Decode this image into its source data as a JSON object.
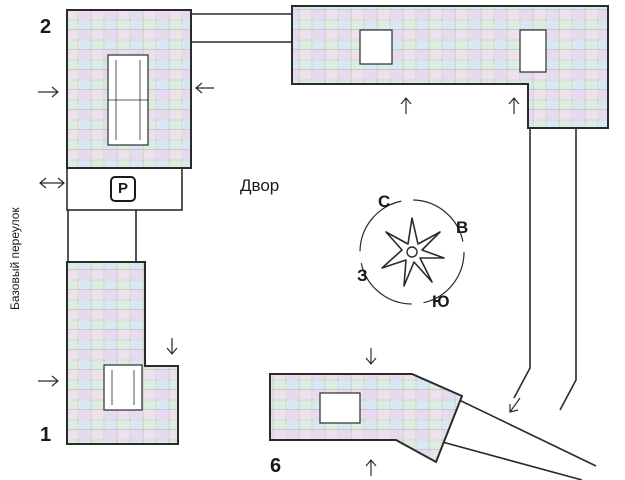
{
  "map": {
    "street_label": "Базовый переулок",
    "yard_label": "Двор",
    "parking_label": "P",
    "buildings": [
      {
        "id": "1",
        "label": "1"
      },
      {
        "id": "2",
        "label": "2"
      },
      {
        "id": "3",
        "label": ""
      },
      {
        "id": "6",
        "label": "6"
      }
    ],
    "compass": {
      "north": "С",
      "east": "В",
      "south": "Ю",
      "west": "З"
    },
    "colors": {
      "outline": "#2b2b2b",
      "floor_bg": "#f4f6f5",
      "apt_blue": "#c9ddf2",
      "apt_green": "#cfeadf",
      "apt_purple": "#e2d4ef",
      "apt_pink": "#ecd7e8",
      "core": "#ffffff"
    }
  }
}
